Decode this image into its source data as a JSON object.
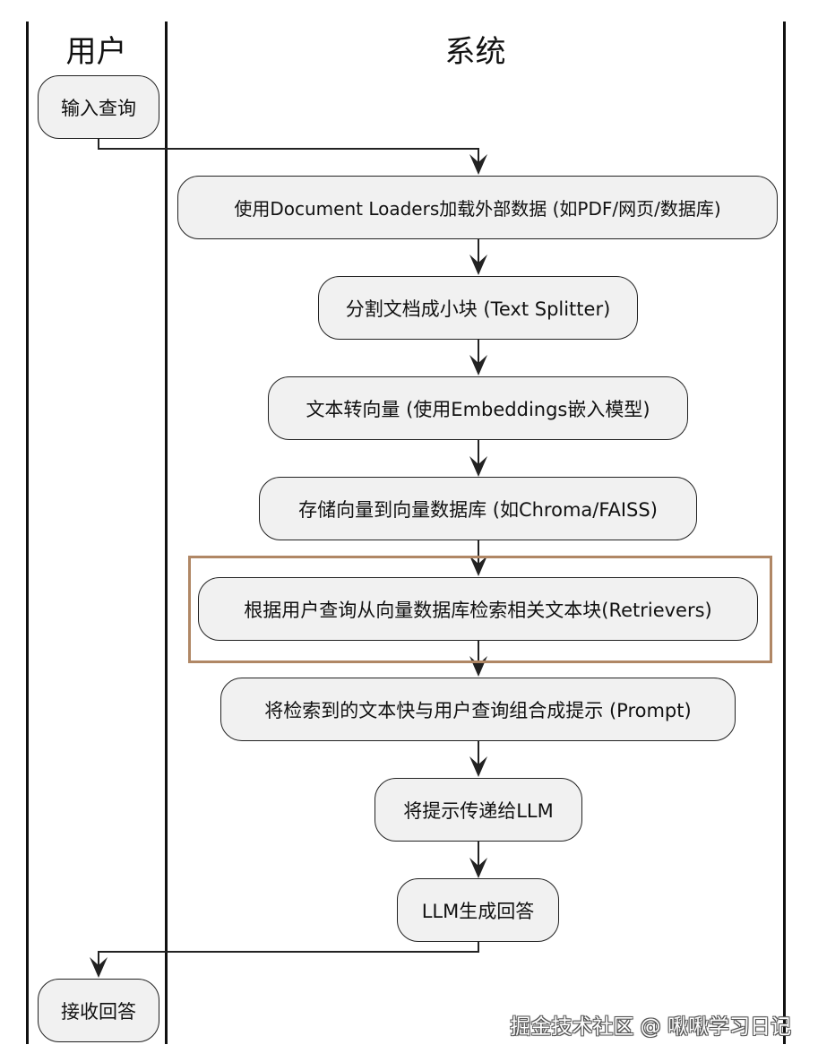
{
  "lanes": {
    "user": "用户",
    "system": "系统"
  },
  "nodes": {
    "input_query": "输入查询",
    "load_documents": "使用Document Loaders加载外部数据 (如PDF/网页/数据库)",
    "split_text": "分割文档成小块 (Text Splitter)",
    "embed_text": "文本转向量 (使用Embeddings嵌入模型)",
    "store_vectors": "存储向量到向量数据库 (如Chroma/FAISS)",
    "retrieve_chunks": "根据用户查询从向量数据库检索相关文本块(Retrievers)",
    "build_prompt": "将检索到的文本快与用户查询组合成提示 (Prompt)",
    "send_to_llm": "将提示传递给LLM",
    "llm_generate": "LLM生成回答",
    "receive_answer": "接收回答"
  },
  "colors": {
    "node_fill": "#f1f1f1",
    "stroke": "#222222",
    "highlight_border": "#b08765"
  },
  "watermark": "掘金技术社区 @ 啾啾学习日记"
}
